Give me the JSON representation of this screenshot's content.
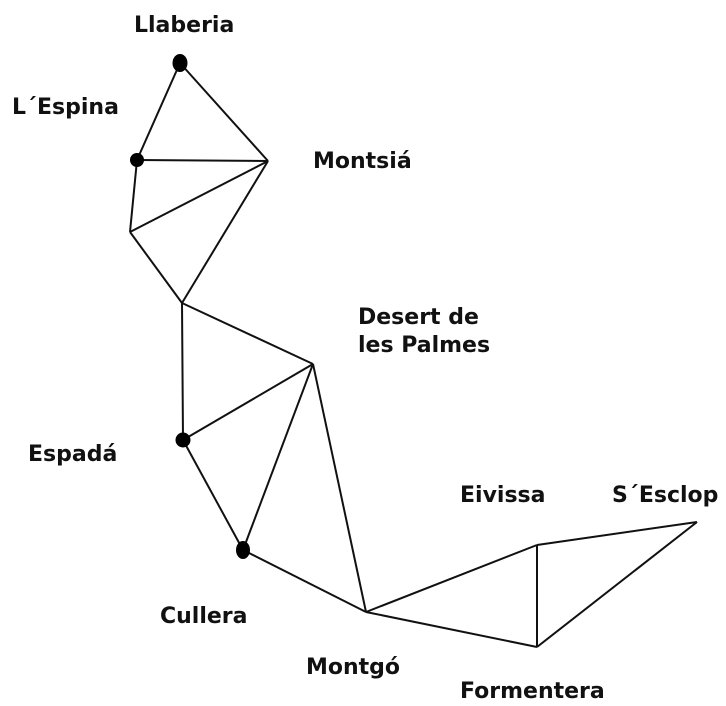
{
  "stations": {
    "llaberia": "Llaberia",
    "lespina": "L´Espina",
    "montsia": "Montsiá",
    "desert": [
      "Desert de",
      "les Palmes"
    ],
    "espada": "Espadá",
    "cullera": "Cullera",
    "montgo": "Montgó",
    "eivissa": "Eivissa",
    "sesclop": "S´Esclop",
    "formentera": "Formentera"
  },
  "colors": {
    "line": "#111111",
    "node": "#000000"
  }
}
